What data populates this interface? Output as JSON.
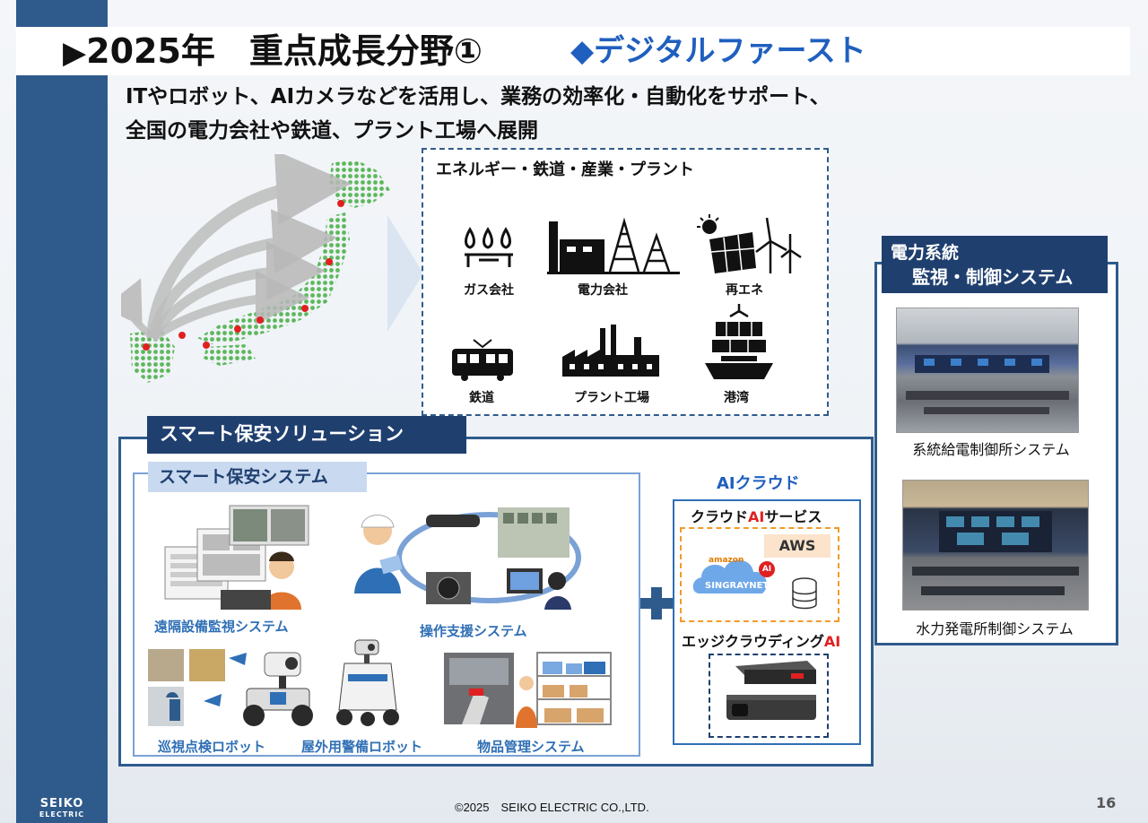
{
  "header": {
    "marker": "▶",
    "title": "2025年　重点成長分野①",
    "subtitle": "◆デジタルファースト"
  },
  "lead": {
    "line1": "ITやロボット、AIカメラなどを活用し、業務の効率化・自動化をサポート、",
    "line2": "全国の電力会社や鉄道、プラント工場へ展開"
  },
  "sectors": {
    "heading": "エネルギー・鉄道・産業・プラント",
    "items": [
      {
        "label": "ガス会社",
        "icon": "gas-icon"
      },
      {
        "label": "電力会社",
        "icon": "power-plant-icon"
      },
      {
        "label": "再エネ",
        "icon": "renewable-icon"
      },
      {
        "label": "鉄道",
        "icon": "train-icon"
      },
      {
        "label": "プラント工場",
        "icon": "factory-icon"
      },
      {
        "label": "港湾",
        "icon": "ship-icon"
      }
    ]
  },
  "power_system": {
    "label_line1": "電力系統",
    "label_line2": "監視・制御システム",
    "photos": [
      {
        "caption": "系統給電制御所システム"
      },
      {
        "caption": "水力発電所制御システム"
      }
    ]
  },
  "smart_security": {
    "title": "スマート保安ソリューション",
    "system_title": "スマート保安システム",
    "items": [
      {
        "caption": "遠隔設備監視システム"
      },
      {
        "caption": "操作支援システム"
      },
      {
        "caption": "巡視点検ロボット"
      },
      {
        "caption": "屋外用警備ロボット"
      },
      {
        "caption": "物品管理システム"
      }
    ]
  },
  "ai_cloud": {
    "title": "AIクラウド",
    "cloud_service_prefix": "クラウド",
    "cloud_service_ai": "AI",
    "cloud_service_suffix": "サービス",
    "aws": "AWS",
    "amazon": "amazon",
    "singraynet": "SINGRAYNET",
    "ai_badge": "AI",
    "edge_prefix": "エッジクラウディング",
    "edge_ai": "AI"
  },
  "footer": {
    "copyright": "©2025　SEIKO ELECTRIC CO.,LTD.",
    "page_number": "16",
    "logo_line1": "SEIKO",
    "logo_line2": "ELECTRIC"
  },
  "colors": {
    "navy": "#1f3f6f",
    "sidebar": "#2f5b8c",
    "accent_blue": "#1f5fbf",
    "caption_blue": "#2f6fb5",
    "ai_red": "#e02020",
    "orange_dash": "#f39a2b",
    "map_green": "#5cb85c"
  }
}
